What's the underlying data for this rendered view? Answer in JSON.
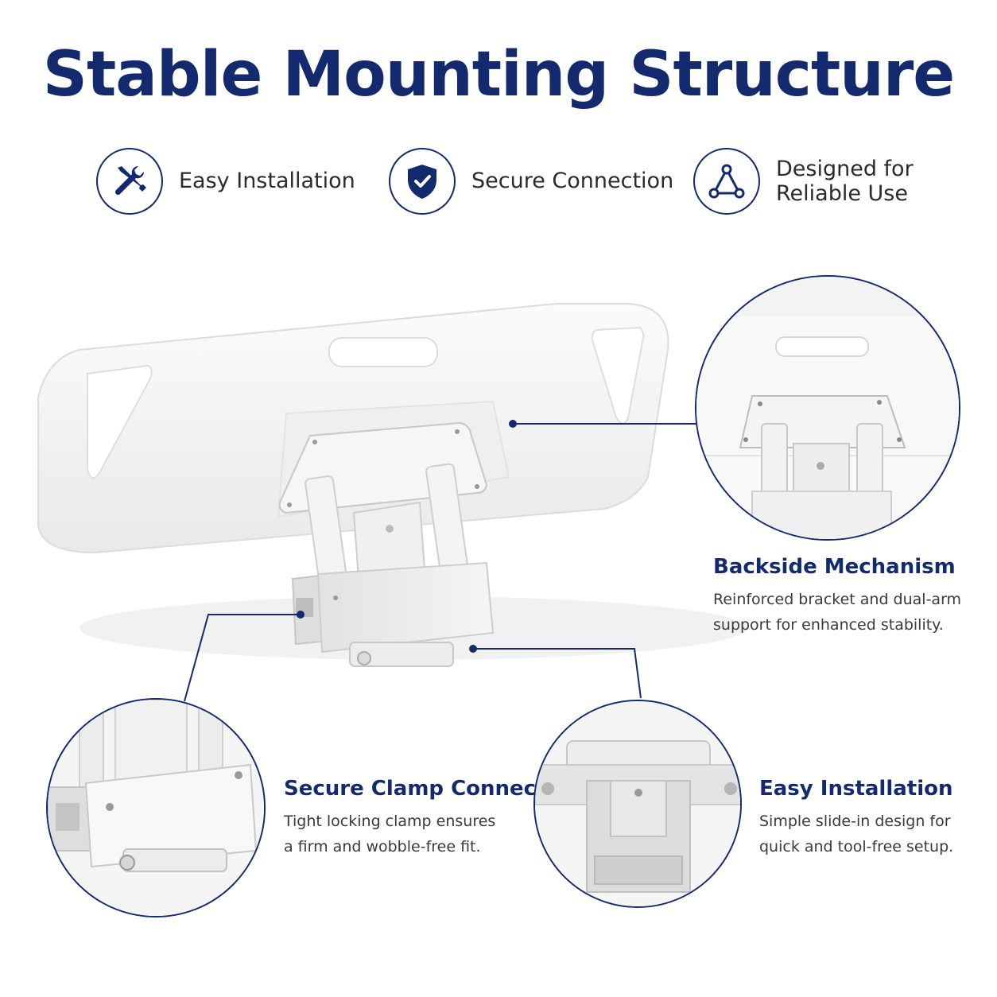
{
  "title": "Stable Mounting Structure",
  "features": [
    {
      "icon": "tools-icon",
      "label": "Easy Installation"
    },
    {
      "icon": "shield-check-icon",
      "label": "Secure Connection"
    },
    {
      "icon": "triangle-nodes-icon",
      "label": "Designed for\nReliable Use"
    }
  ],
  "callouts": {
    "backside": {
      "title": "Backside Mechanism",
      "desc": "Reinforced bracket and dual-arm\nsupport for enhanced stability."
    },
    "clamp": {
      "title": "Secure Clamp Connection",
      "desc": "Tight locking clamp ensures\na firm and wobble-free fit."
    },
    "install": {
      "title": "Easy Installation",
      "desc": "Simple slide-in design for\nquick and tool-free setup."
    }
  },
  "colors": {
    "brand": "#142a6e",
    "product": "#f2f2f2",
    "text": "#333333"
  }
}
